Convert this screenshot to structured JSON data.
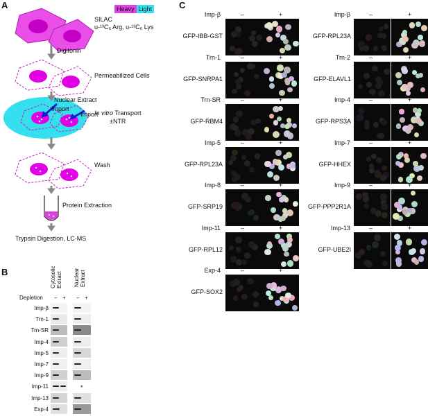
{
  "panels": {
    "a": "A",
    "b": "B",
    "c": "C"
  },
  "panel_a": {
    "legend": {
      "heavy": "Heavy",
      "light": "Light",
      "heavy_color": "#e040e0",
      "light_color": "#34e0ee"
    },
    "silac_label": "SILAC",
    "silac_formula": "u-¹³C₆ Arg, u-¹³C₆ Lys",
    "step_digitonin": "Digitonin",
    "step_permeabilized": "Permeabilized Cells",
    "step_nuclear_extract": "Nuclear Extract",
    "import_1": "Import",
    "import_2": "Import",
    "transport_italic": "In vitro",
    "transport_rest": " Transport",
    "transport_ntr": "±NTR",
    "step_wash": "Wash",
    "step_protein_extraction": "Protein Extraction",
    "step_final": "Trypsin Digestion, LC-MS"
  },
  "panel_b": {
    "col1": "Cytosolic Extract",
    "col2": "Nuclear Extract",
    "depletion": "Depletion",
    "minus": "–",
    "plus": "+",
    "star": "*",
    "rows": [
      "Imp-β",
      "Trn-1",
      "Trn-SR",
      "Imp-4",
      "Imp-5",
      "Imp-7",
      "Imp-9",
      "Imp-11",
      "Imp-13",
      "Exp-4"
    ]
  },
  "panel_c": {
    "minus": "–",
    "plus": "+",
    "left": [
      {
        "ntr": "Imp-β",
        "cargo": "GFP-IBB-GST"
      },
      {
        "ntr": "Trn-1",
        "cargo": "GFP-SNRPA1"
      },
      {
        "ntr": "Trn-SR",
        "cargo": "GFP-RBM4"
      },
      {
        "ntr": "Imp-5",
        "cargo": "GFP-RPL23A"
      },
      {
        "ntr": "Imp-8",
        "cargo": "GFP-SRP19"
      },
      {
        "ntr": "Imp-11",
        "cargo": "GFP-RPL12"
      },
      {
        "ntr": "Exp-4",
        "cargo": "GFP-SOX2"
      }
    ],
    "right": [
      {
        "ntr": "Imp-β",
        "cargo": "GFP-RPL23A"
      },
      {
        "ntr": "Trn-2",
        "cargo": "GFP-ELAVL1"
      },
      {
        "ntr": "Imp-4",
        "cargo": "GFP-RPS3A"
      },
      {
        "ntr": "Imp-7",
        "cargo": "GFP-HHEX"
      },
      {
        "ntr": "Imp-9",
        "cargo": "GFP-PPP2R1A"
      },
      {
        "ntr": "Imp-13",
        "cargo": "GFP-UBE2I"
      }
    ]
  }
}
